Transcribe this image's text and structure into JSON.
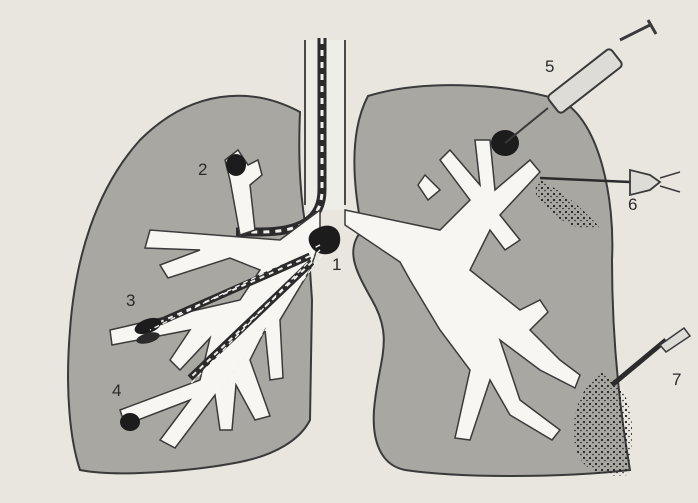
{
  "diagram": {
    "labels": [
      {
        "id": "1",
        "text": "1"
      },
      {
        "id": "2",
        "text": "2"
      },
      {
        "id": "3",
        "text": "3"
      },
      {
        "id": "4",
        "text": "4"
      },
      {
        "id": "5",
        "text": "5"
      },
      {
        "id": "6",
        "text": "6"
      },
      {
        "id": "7",
        "text": "7"
      }
    ]
  },
  "colors": {
    "background": "#e9e6df",
    "lung_fill": "#a9a7a2",
    "outline": "#3a3a3a",
    "airway": "#f7f6f2",
    "tumor": "#1c1c1c"
  }
}
